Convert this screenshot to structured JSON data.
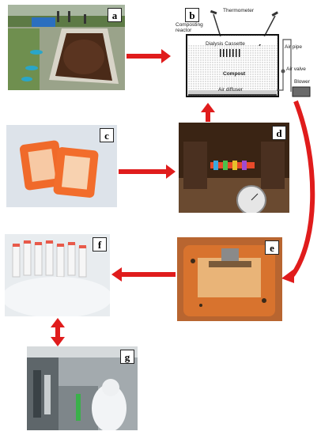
{
  "panels": {
    "a": {
      "label": "a"
    },
    "b": {
      "label": "b",
      "thermometer": "Thermometer",
      "reactor": "Composting reactor",
      "cassette": "Dialysis Cassette",
      "compost": "Compost",
      "diffuser": "Air diffuser",
      "air_pipe": "Air pipe",
      "air_valve": "Air valve",
      "blower": "Blower"
    },
    "c": {
      "label": "c"
    },
    "d": {
      "label": "d"
    },
    "e": {
      "label": "e"
    },
    "f": {
      "label": "f"
    },
    "g": {
      "label": "g"
    }
  }
}
